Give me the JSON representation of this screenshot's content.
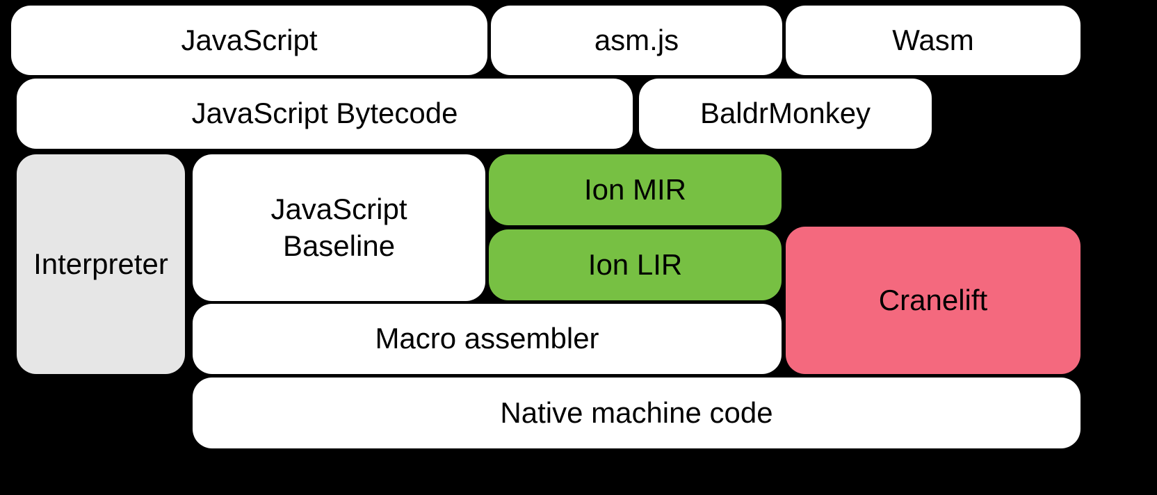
{
  "diagram": {
    "nodes": {
      "javascript": {
        "label": "JavaScript"
      },
      "asmjs": {
        "label": "asm.js"
      },
      "wasm": {
        "label": "Wasm"
      },
      "bytecode": {
        "label": "JavaScript Bytecode"
      },
      "baldrmonkey": {
        "label": "BaldrMonkey"
      },
      "interpreter": {
        "label": "Interpreter"
      },
      "baseline": {
        "label": "JavaScript\nBaseline"
      },
      "ion_mir": {
        "label": "Ion MIR"
      },
      "ion_lir": {
        "label": "Ion LIR"
      },
      "cranelift": {
        "label": "Cranelift"
      },
      "macro_assembler": {
        "label": "Macro assembler"
      },
      "native": {
        "label": "Native machine code"
      }
    },
    "colors": {
      "background": "#000000",
      "box_default": "#ffffff",
      "box_interpreter": "#e6e6e6",
      "box_ion": "#77c043",
      "box_cranelift": "#f4697e",
      "text": "#000000"
    }
  }
}
